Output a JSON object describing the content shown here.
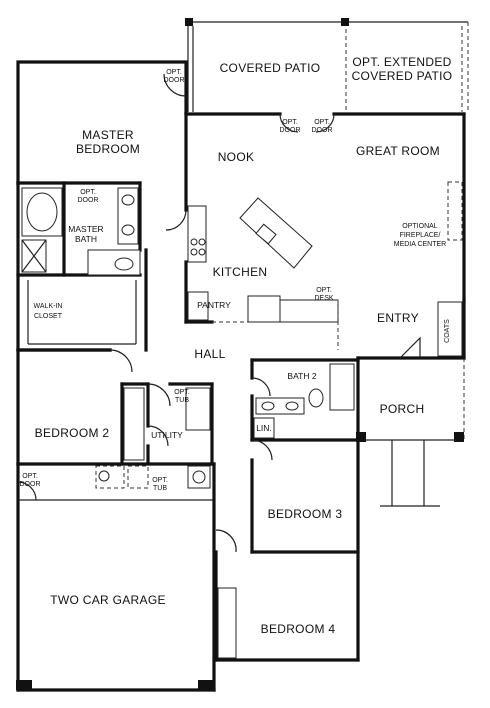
{
  "rooms": {
    "covered_patio": "COVERED PATIO",
    "ext_patio_1": "OPT. EXTENDED",
    "ext_patio_2": "COVERED PATIO",
    "master_1": "MASTER",
    "master_2": "BEDROOM",
    "nook": "NOOK",
    "great_room": "GREAT ROOM",
    "master_bath_1": "MASTER",
    "master_bath_2": "BATH",
    "walkin_1": "WALK-IN",
    "walkin_2": "CLOSET",
    "kitchen": "KITCHEN",
    "pantry": "PANTRY",
    "opt_desk_1": "OPT.",
    "opt_desk_2": "DESK",
    "fireplace_1": "OPTIONAL",
    "fireplace_2": "FIREPLACE/",
    "fireplace_3": "MEDIA CENTER",
    "entry": "ENTRY",
    "coats": "COATS",
    "hall": "HALL",
    "bath2": "BATH 2",
    "porch": "PORCH",
    "bedroom2": "BEDROOM 2",
    "utility": "UTILITY",
    "lin": "LIN.",
    "bedroom3": "BEDROOM 3",
    "garage": "TWO CAR GARAGE",
    "bedroom4": "BEDROOM 4"
  },
  "notes": {
    "opt_door_master_1": "OPT.",
    "opt_door_master_2": "DOOR",
    "opt_door_bath_1": "OPT.",
    "opt_door_bath_2": "DOOR",
    "opt_door_great_a_1": "OPT.",
    "opt_door_great_a_2": "DOOR",
    "opt_door_great_b_1": "OPT.",
    "opt_door_great_b_2": "DOOR",
    "opt_door_garage_1": "OPT.",
    "opt_door_garage_2": "DOOR",
    "opt_tub_util_1": "OPT.",
    "opt_tub_util_2": "TUB",
    "opt_tub_garage_1": "OPT.",
    "opt_tub_garage_2": "TUB"
  }
}
